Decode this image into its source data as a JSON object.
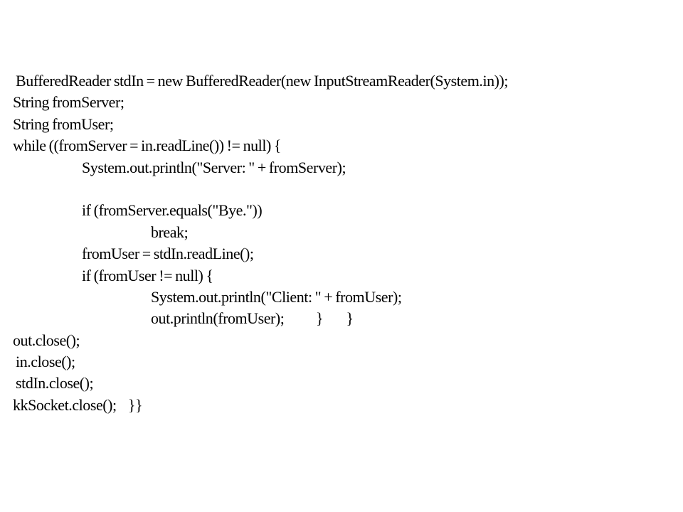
{
  "slide": {
    "lines": [
      {
        "text": " BufferedReader stdIn = new BufferedReader(new InputStreamReader(System.in));",
        "indent": 0
      },
      {
        "text": "String fromServer;",
        "indent": 0
      },
      {
        "text": "String fromUser;",
        "indent": 0
      },
      {
        "text": "while ((fromServer = in.readLine()) != null) {",
        "indent": 0
      },
      {
        "text": "System.out.println(\"Server: \" + fromServer);",
        "indent": 1
      },
      {
        "text": "",
        "indent": 0
      },
      {
        "text": "if (fromServer.equals(\"Bye.\"))",
        "indent": 1
      },
      {
        "text": "break;",
        "indent": 2
      },
      {
        "text": "fromUser = stdIn.readLine();",
        "indent": 1
      },
      {
        "text": "if (fromUser != null) {",
        "indent": 1
      },
      {
        "text": "System.out.println(\"Client: \" + fromUser);",
        "indent": 2
      },
      {
        "text": "out.println(fromUser);           }        }",
        "indent": 2
      },
      {
        "text": "out.close();",
        "indent": 0
      },
      {
        "text": " in.close();",
        "indent": 0
      },
      {
        "text": " stdIn.close();",
        "indent": 0
      },
      {
        "text": "kkSocket.close();    }}",
        "indent": 0
      }
    ]
  }
}
